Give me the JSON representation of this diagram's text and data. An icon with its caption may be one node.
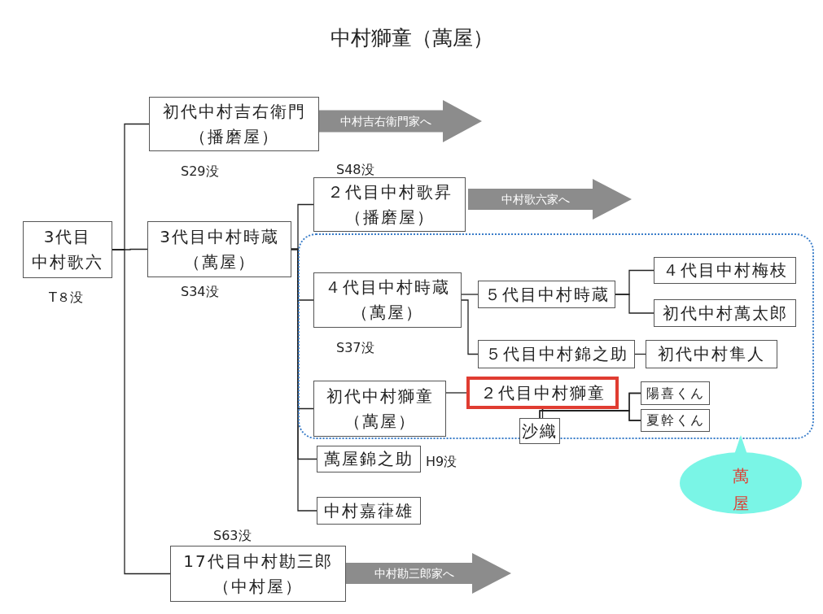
{
  "diagram": {
    "title": "中村獅童（萬屋）",
    "nodes": [
      {
        "text": [
          "3代目",
          "中村歌六"
        ],
        "beside": [
          "T８没"
        ]
      },
      {
        "text": [
          "初代中村吉右衛門",
          "（播磨屋）"
        ],
        "beside": [
          "S29没"
        ]
      },
      {
        "text": [
          "3代目中村時蔵",
          "（萬屋）"
        ],
        "beside": [
          "S34没"
        ]
      },
      {
        "text": [
          "２代目中村歌昇",
          "（播磨屋）"
        ],
        "beside": [
          "S48没"
        ]
      },
      {
        "text": [],
        "shape": "box"
      },
      {
        "text": [
          "４代目中村時蔵",
          "（萬屋）"
        ],
        "beside": [
          "S37没"
        ],
        "in": 4
      },
      {
        "text": [
          "５代目中村時蔵"
        ],
        "in": 4
      },
      {
        "text": [
          "４代目中村梅枝"
        ],
        "in": 4
      },
      {
        "text": [
          "初代中村萬太郎"
        ],
        "in": 4
      },
      {
        "text": [
          "５代目中村錦之助"
        ],
        "in": 4
      },
      {
        "text": [
          "初代中村隼人"
        ],
        "in": 4
      },
      {
        "text": [
          "初代中村獅童",
          "（萬屋）"
        ],
        "in": 4
      },
      {
        "text": [
          "２代目中村獅童"
        ],
        "in": 4
      },
      {
        "text": [
          "陽喜くん"
        ],
        "in": 4
      },
      {
        "text": [
          "夏幹くん"
        ],
        "in": 4
      },
      {
        "text": [
          "沙織"
        ]
      },
      {
        "text": [
          "萬屋錦之助"
        ],
        "beside": [
          "H9没"
        ]
      },
      {
        "text": [
          "中村嘉葎雄"
        ]
      },
      {
        "text": [
          "17代目中村勘三郎",
          "（中村屋）"
        ],
        "beside": [
          "S63没"
        ]
      },
      {
        "text": [
          "萬屋"
        ]
      },
      {
        "text": [
          "中村吉右衛門家へ"
        ]
      },
      {
        "text": [
          "中村歌六家へ"
        ]
      },
      {
        "text": [
          "中村勘三郎家へ"
        ]
      }
    ],
    "edges": [
      {
        "from": 0,
        "to": 1,
        "arrow": "none"
      },
      {
        "from": 0,
        "to": 2,
        "arrow": "none"
      },
      {
        "from": 0,
        "to": 18,
        "arrow": "none"
      },
      {
        "from": 2,
        "to": 3,
        "arrow": "none"
      },
      {
        "from": 2,
        "to": 5,
        "arrow": "none"
      },
      {
        "from": 2,
        "to": 11,
        "arrow": "none"
      },
      {
        "from": 2,
        "to": 16,
        "arrow": "none"
      },
      {
        "from": 2,
        "to": 17,
        "arrow": "none"
      },
      {
        "from": 5,
        "to": 6,
        "arrow": "none"
      },
      {
        "from": 5,
        "to": 9,
        "arrow": "none"
      },
      {
        "from": 6,
        "to": 7,
        "arrow": "none"
      },
      {
        "from": 6,
        "to": 8,
        "arrow": "none"
      },
      {
        "from": 9,
        "to": 10,
        "arrow": "none"
      },
      {
        "from": 11,
        "to": 12,
        "arrow": "none"
      },
      {
        "from": 12,
        "to": 15,
        "arrow": "none"
      },
      {
        "from": 12,
        "to": 13,
        "arrow": "none"
      },
      {
        "from": 12,
        "to": 14,
        "arrow": "none"
      },
      {
        "from": 15,
        "to": 13,
        "arrow": "none"
      },
      {
        "from": 15,
        "to": 14,
        "arrow": "none"
      }
    ]
  }
}
